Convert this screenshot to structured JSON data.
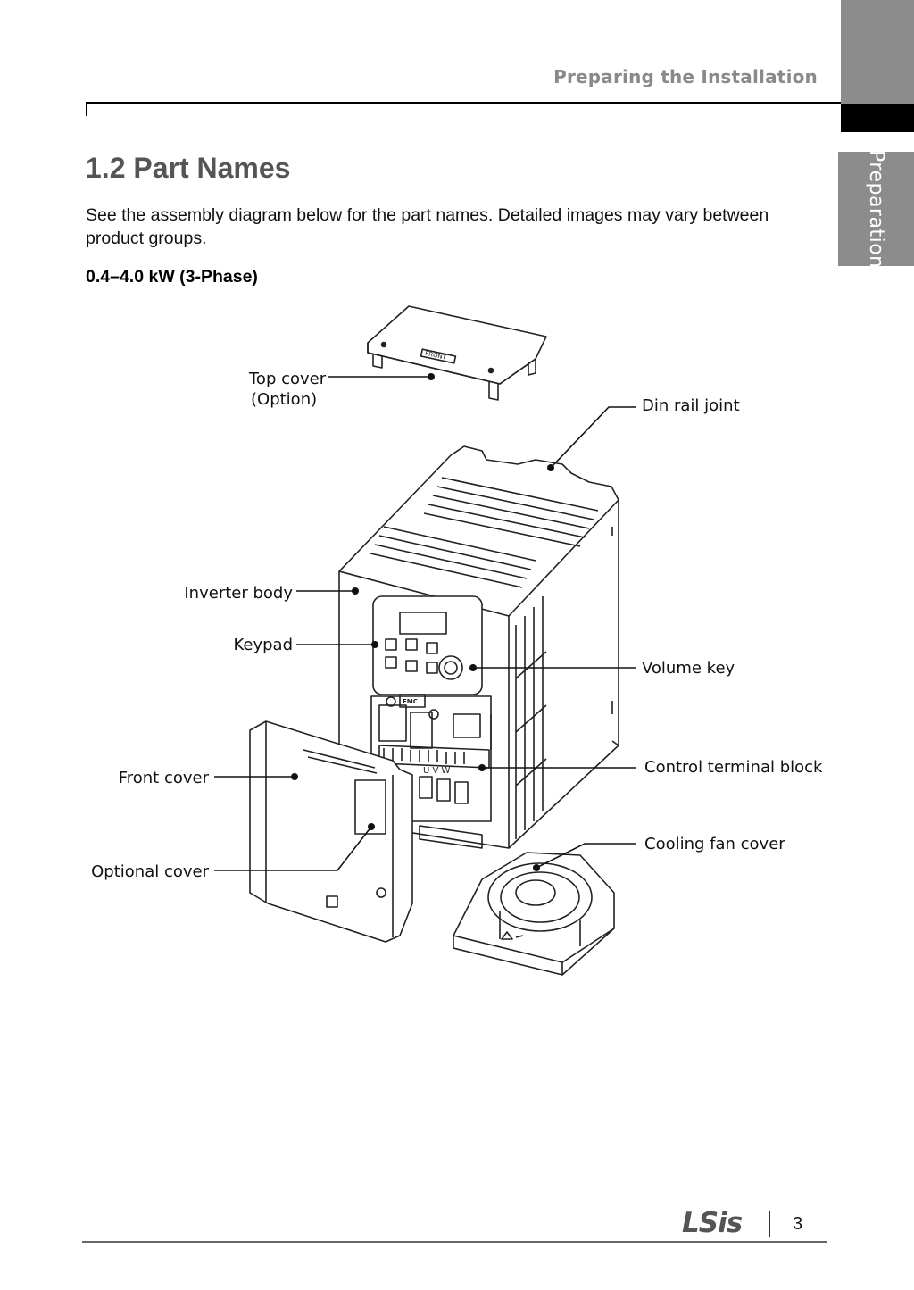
{
  "header": {
    "title": "Preparing the Installation"
  },
  "side_tab": {
    "label": "Preparation"
  },
  "section": {
    "title": "1.2 Part Names",
    "intro": "See the assembly diagram below for the part names. Detailed images may vary between product groups.",
    "subhead": "0.4–4.0 kW (3-Phase)"
  },
  "diagram": {
    "labels": {
      "top_cover": "Top cover",
      "top_cover_note": "(Option)",
      "din_rail_joint": "Din rail joint",
      "inverter_body": "Inverter body",
      "keypad": "Keypad",
      "volume_key": "Volume key",
      "front_cover": "Front cover",
      "control_terminal_block": "Control terminal block",
      "cooling_fan_cover": "Cooling fan cover",
      "optional_cover": "Optional cover"
    },
    "markings": {
      "top_cover_text": "FRONT",
      "emc_tag": "EMC",
      "terminal_labels": "U V W"
    }
  },
  "footer": {
    "logo": "LSis",
    "page": "3"
  }
}
